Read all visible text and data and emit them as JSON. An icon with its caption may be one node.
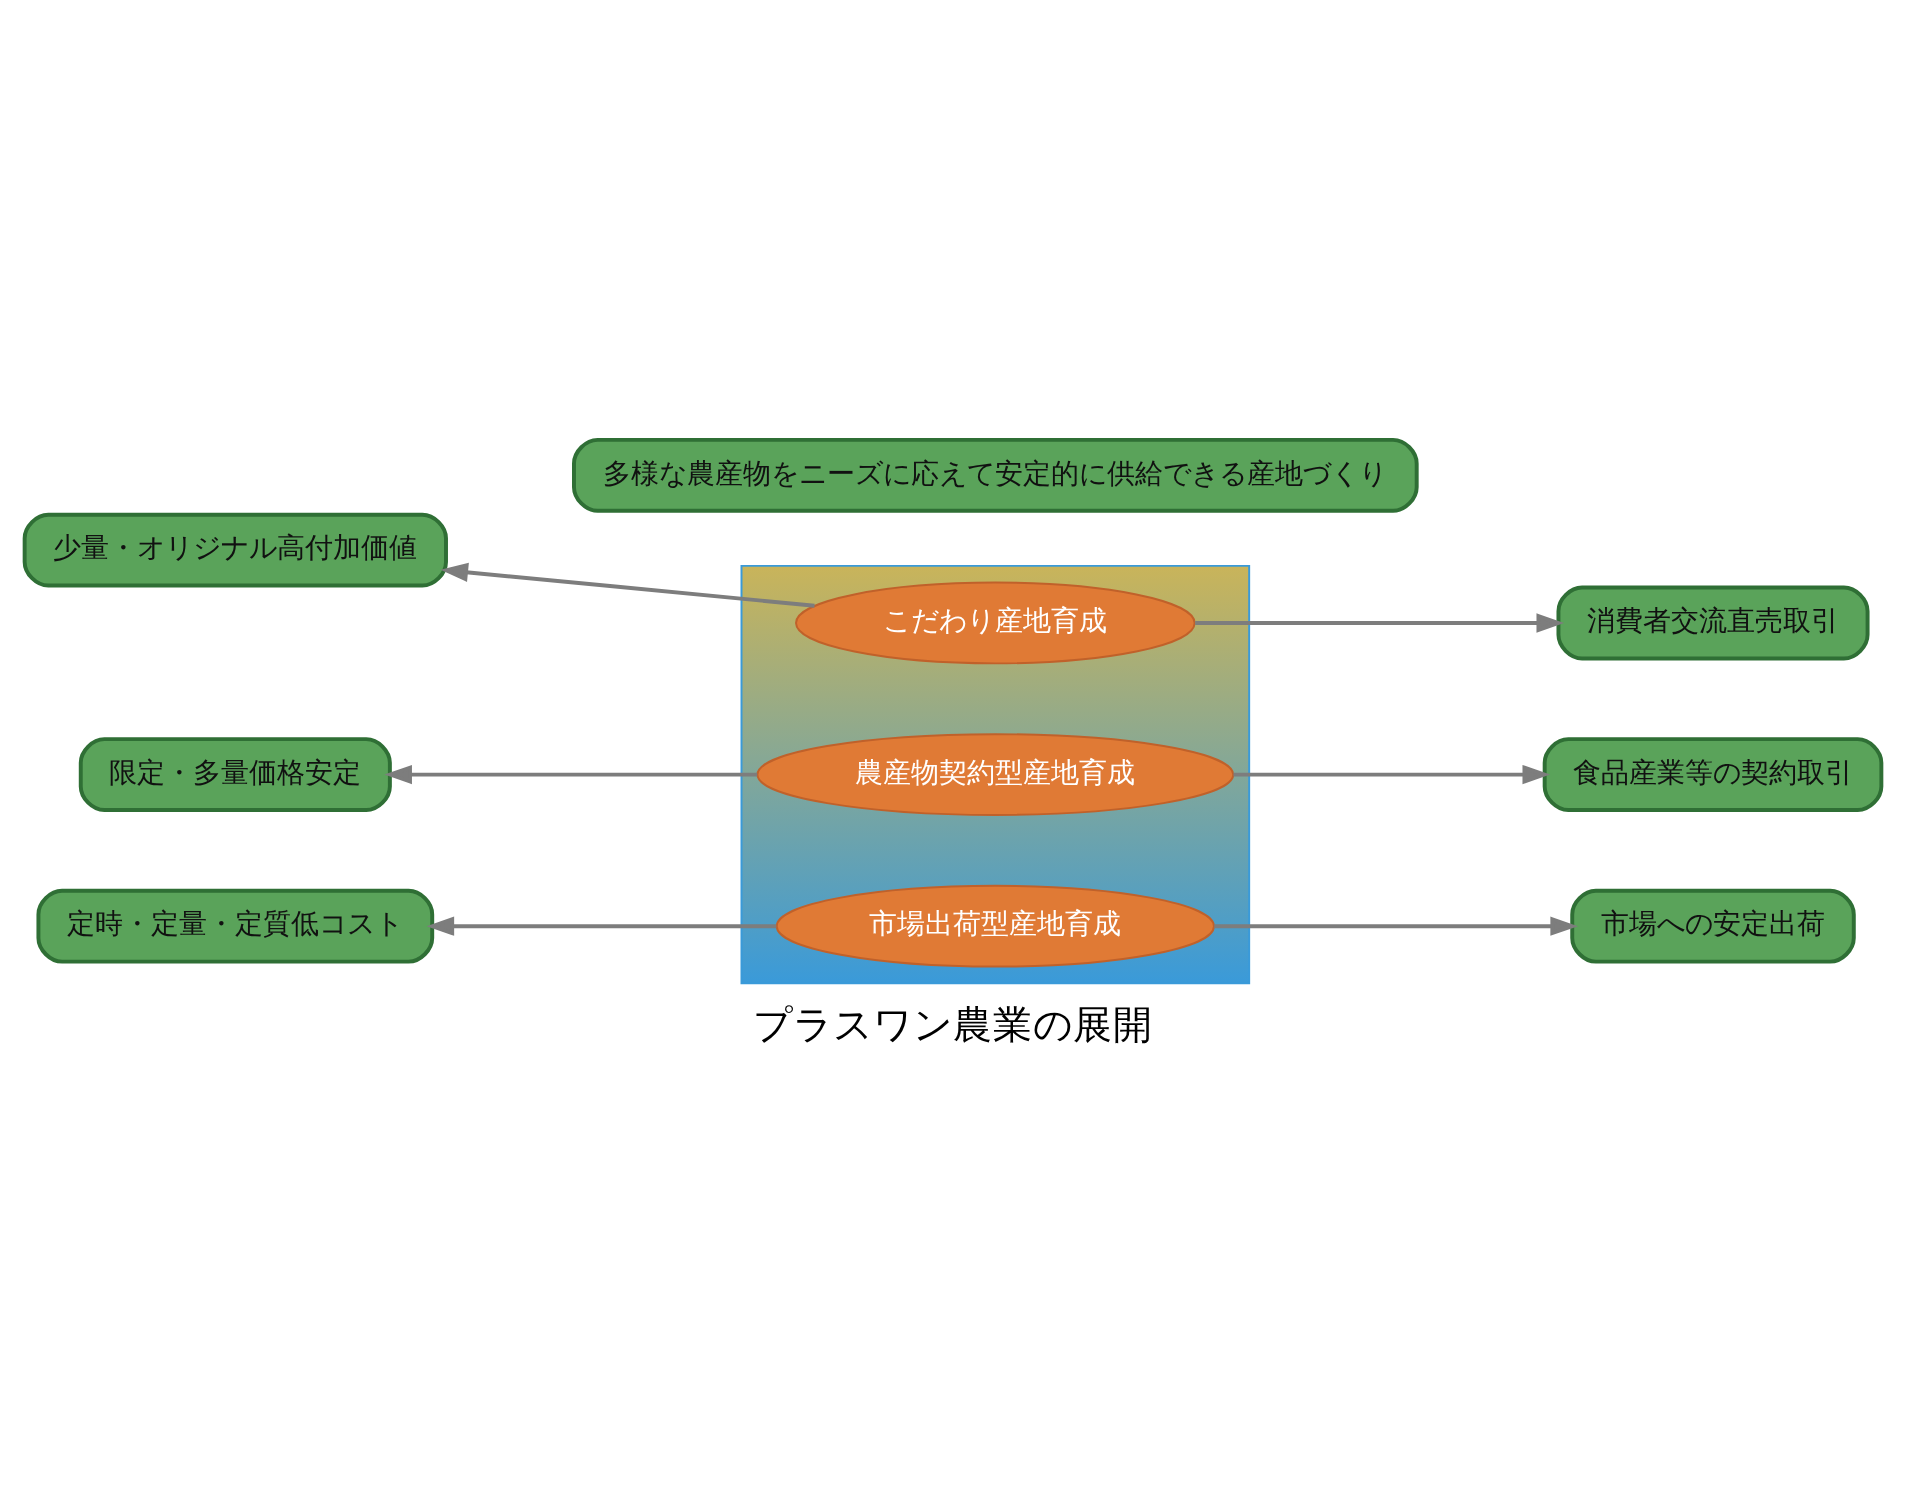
{
  "diagram": {
    "nodes": [
      {
        "text": [
          "多様な農産物をニーズに応えて安定的に供給できる産地づくり"
        ]
      },
      {
        "text": [],
        "shape": "triangle"
      },
      {
        "text": [
          "こだわり産地育成"
        ],
        "in": 1
      },
      {
        "text": [
          "農産物契約型産地育成"
        ],
        "in": 1
      },
      {
        "text": [
          "市場出荷型産地育成"
        ],
        "in": 1
      },
      {
        "text": [
          "少量・オリジナル高付加価値"
        ]
      },
      {
        "text": [
          "消費者交流直売取引"
        ]
      },
      {
        "text": [
          "限定・多量価格安定"
        ]
      },
      {
        "text": [
          "食品産業等の契約取引"
        ]
      },
      {
        "text": [
          "定時・定量・定質低コスト"
        ]
      },
      {
        "text": [
          "市場への安定出荷"
        ]
      }
    ],
    "caption": "プラスワン農業の展開",
    "edges": [
      {
        "from": 2,
        "to": 5,
        "arrow": "to"
      },
      {
        "from": 2,
        "to": 6,
        "arrow": "to"
      },
      {
        "from": 3,
        "to": 7,
        "arrow": "to"
      },
      {
        "from": 3,
        "to": 8,
        "arrow": "to"
      },
      {
        "from": 4,
        "to": 9,
        "arrow": "to"
      },
      {
        "from": 4,
        "to": 10,
        "arrow": "to"
      }
    ]
  }
}
